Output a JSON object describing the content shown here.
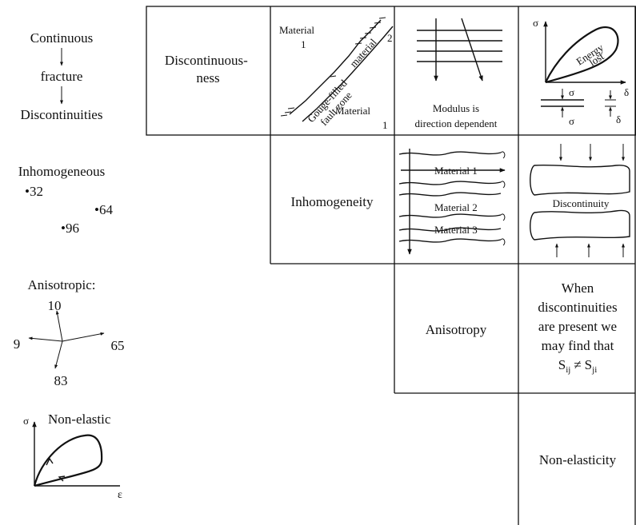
{
  "left_column": {
    "continuous": {
      "top": "Continuous",
      "middle": "fracture",
      "bottom": "Discontinuities"
    },
    "homogeneous": {
      "title": "Inhomogeneous",
      "points": [
        "•32",
        "•64",
        "•96"
      ]
    },
    "anisotropic": {
      "title": "Anisotropic:",
      "directions": [
        "10",
        "9",
        "65",
        "83"
      ]
    },
    "elastic": {
      "title": "Non-elastic",
      "y_axis": "σ",
      "x_axis": "ε"
    }
  },
  "matrix": {
    "discontinuousness": "Discontinuous-ness",
    "inhomogeneity": "Inhomogeneity",
    "anisotropy": "Anisotropy",
    "non_elasticity": "Non-elasticity",
    "fault_sketch": {
      "material_top": "Material",
      "material_top_index": "1",
      "material_right": "material",
      "material_right_index": "2",
      "gouge": "Gouge-filled",
      "fault_zone": "fault zone",
      "material_bottom": "Material",
      "material_bottom_index": "1"
    },
    "modulus_caption_line1": "Modulus is",
    "modulus_caption_line2": "direction dependent",
    "energy_sketch": {
      "y_axis": "σ",
      "x_axis": "δ",
      "energy": "Energy",
      "lost": "lost",
      "sigma_top": "σ",
      "sigma_bottom": "σ",
      "delta": "δ"
    },
    "layers": [
      "Material 1",
      "Material 2",
      "Material 3"
    ],
    "discontinuity_label": "Discontinuity",
    "note_lines": [
      "When",
      "discontinuities",
      "are present we",
      "may find that"
    ],
    "note_formula": {
      "lhs_base": "S",
      "lhs_sub": "ij",
      "operator": "≠",
      "rhs_base": "S",
      "rhs_sub": "ji"
    }
  }
}
